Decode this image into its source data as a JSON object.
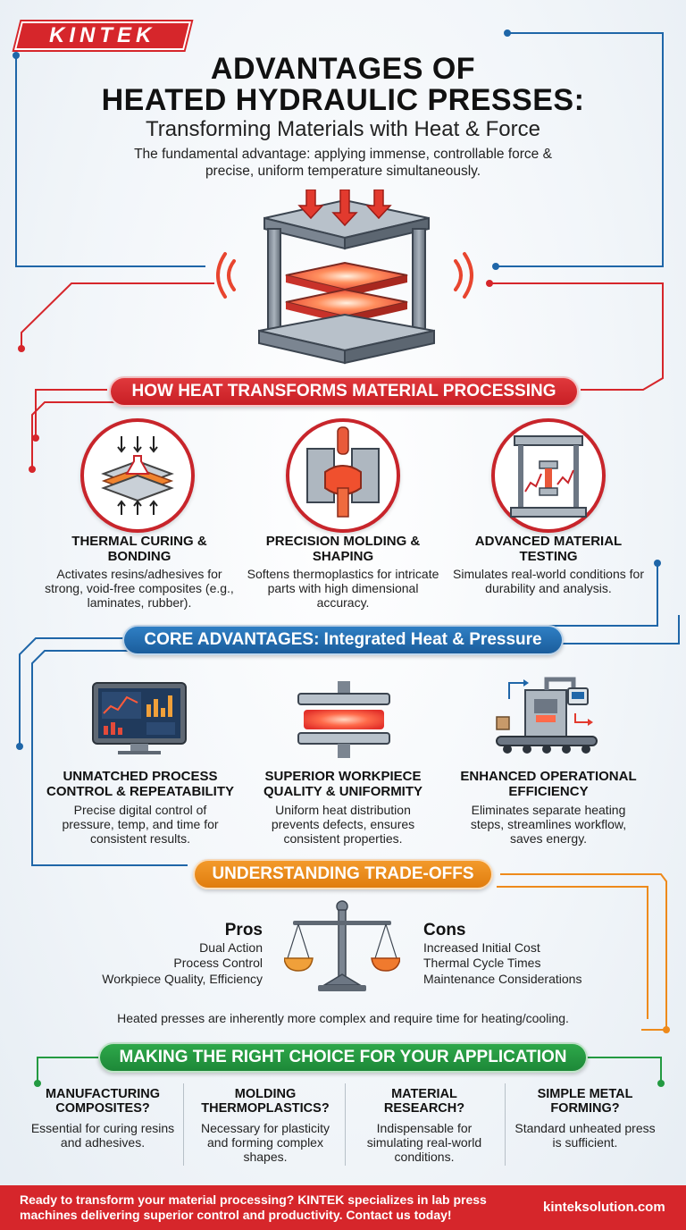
{
  "brand": {
    "logo": "KINTEK"
  },
  "header": {
    "title_line1": "ADVANTAGES OF",
    "title_line2": "HEATED HYDRAULIC PRESSES:",
    "subtitle": "Transforming Materials with Heat & Force",
    "intro": "The fundamental advantage: applying immense, controllable force & precise, uniform temperature simultaneously."
  },
  "sections": {
    "heat": {
      "banner": "HOW HEAT TRANSFORMS MATERIAL PROCESSING",
      "items": [
        {
          "title": "THERMAL CURING & BONDING",
          "desc": "Activates resins/adhesives for strong, void-free composites (e.g., laminates, rubber).",
          "icon": "curing-icon"
        },
        {
          "title": "PRECISION MOLDING & SHAPING",
          "desc": "Softens thermoplastics for intricate parts with high dimensional accuracy.",
          "icon": "molding-icon"
        },
        {
          "title": "ADVANCED MATERIAL TESTING",
          "desc": "Simulates real-world conditions for durability and analysis.",
          "icon": "testing-icon"
        }
      ]
    },
    "core": {
      "banner": "CORE ADVANTAGES: Integrated Heat & Pressure",
      "items": [
        {
          "title": "UNMATCHED PROCESS CONTROL & REPEATABILITY",
          "desc": "Precise digital control of pressure, temp, and time for consistent results.",
          "icon": "monitor-icon"
        },
        {
          "title": "SUPERIOR WORKPIECE QUALITY & UNIFORMITY",
          "desc": "Uniform heat distribution prevents defects, ensures consistent properties.",
          "icon": "heated-platen-icon"
        },
        {
          "title": "ENHANCED OPERATIONAL EFFICIENCY",
          "desc": "Eliminates separate heating steps, streamlines workflow, saves energy.",
          "icon": "conveyor-machine-icon"
        }
      ]
    },
    "tradeoffs": {
      "banner": "UNDERSTANDING TRADE-OFFS",
      "pros_title": "Pros",
      "pros": [
        "Dual Action",
        "Process Control",
        "Workpiece Quality, Efficiency"
      ],
      "cons_title": "Cons",
      "cons": [
        "Increased Initial Cost",
        "Thermal Cycle Times",
        "Maintenance Considerations"
      ],
      "note": "Heated presses are inherently more complex and require time for heating/cooling."
    },
    "choice": {
      "banner": "MAKING THE RIGHT CHOICE FOR YOUR APPLICATION",
      "items": [
        {
          "title": "MANUFACTURING COMPOSITES?",
          "desc": "Essential for curing resins and adhesives."
        },
        {
          "title": "MOLDING THERMOPLASTICS?",
          "desc": "Necessary for plasticity and forming complex shapes."
        },
        {
          "title": "MATERIAL RESEARCH?",
          "desc": "Indispensable for simulating real-world conditions."
        },
        {
          "title": "SIMPLE METAL FORMING?",
          "desc": "Standard unheated press is sufficient."
        }
      ]
    }
  },
  "footer": {
    "text": "Ready to transform your material processing? KINTEK specializes in lab press machines delivering superior control and productivity. Contact us today!",
    "url": "kinteksolution.com"
  },
  "colors": {
    "red": "#d6262b",
    "blue": "#1f66a8",
    "orange": "#ee8a1b",
    "green": "#239a41"
  }
}
